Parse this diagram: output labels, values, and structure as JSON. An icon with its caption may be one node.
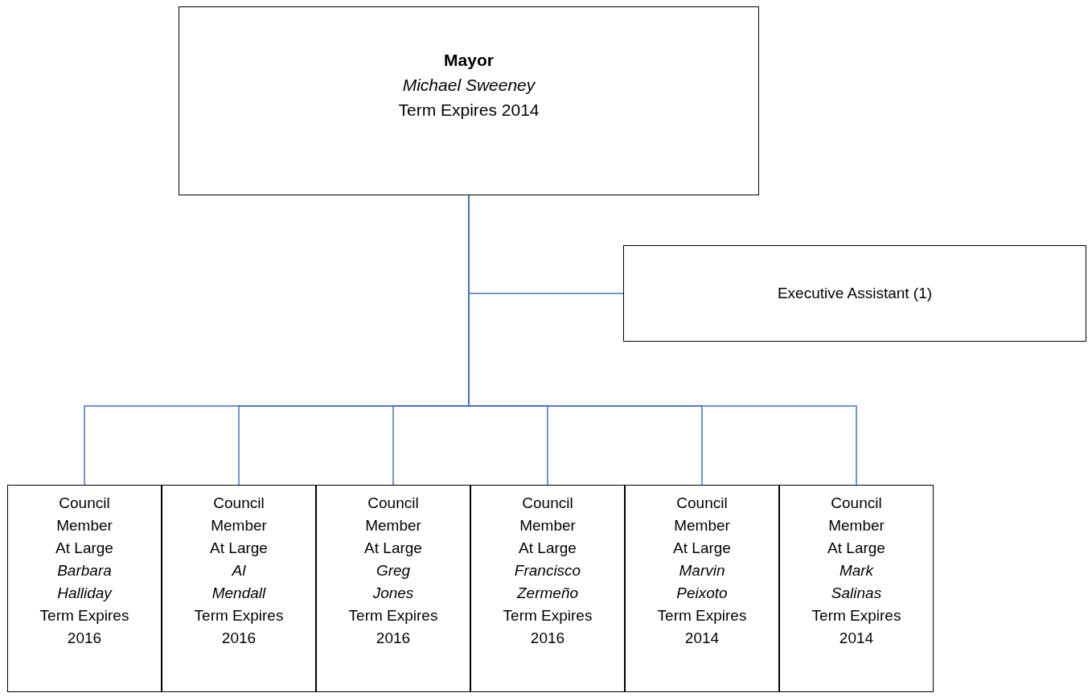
{
  "diagram": {
    "nodes": [
      {
        "text": [
          "Mayor",
          "Michael Sweeney",
          "Term Expires 2014"
        ]
      },
      {
        "text": [
          "Executive Assistant (1)"
        ]
      },
      {
        "text": [
          "Council Member At Large",
          "Barbara Halliday",
          "Term Expires 2016"
        ]
      },
      {
        "text": [
          "Council Member At Large",
          "Al Mendall",
          "Term Expires 2016"
        ]
      },
      {
        "text": [
          "Council Member At Large",
          "Greg Jones",
          "Term Expires 2016"
        ]
      },
      {
        "text": [
          "Council Member At Large",
          "Francisco Zermeño",
          "Term Expires 2016"
        ]
      },
      {
        "text": [
          "Council Member At Large",
          "Marvin Peixoto",
          "Term Expires 2014"
        ]
      },
      {
        "text": [
          "Council Member At Large",
          "Mark Salinas",
          "Term Expires 2014"
        ]
      }
    ],
    "edges": [
      {
        "from": 0,
        "to": 1,
        "arrow": "none"
      },
      {
        "from": 0,
        "to": 2,
        "arrow": "none"
      },
      {
        "from": 0,
        "to": 3,
        "arrow": "none"
      },
      {
        "from": 0,
        "to": 4,
        "arrow": "none"
      },
      {
        "from": 0,
        "to": 5,
        "arrow": "none"
      },
      {
        "from": 0,
        "to": 6,
        "arrow": "none"
      },
      {
        "from": 0,
        "to": 7,
        "arrow": "none"
      }
    ]
  }
}
